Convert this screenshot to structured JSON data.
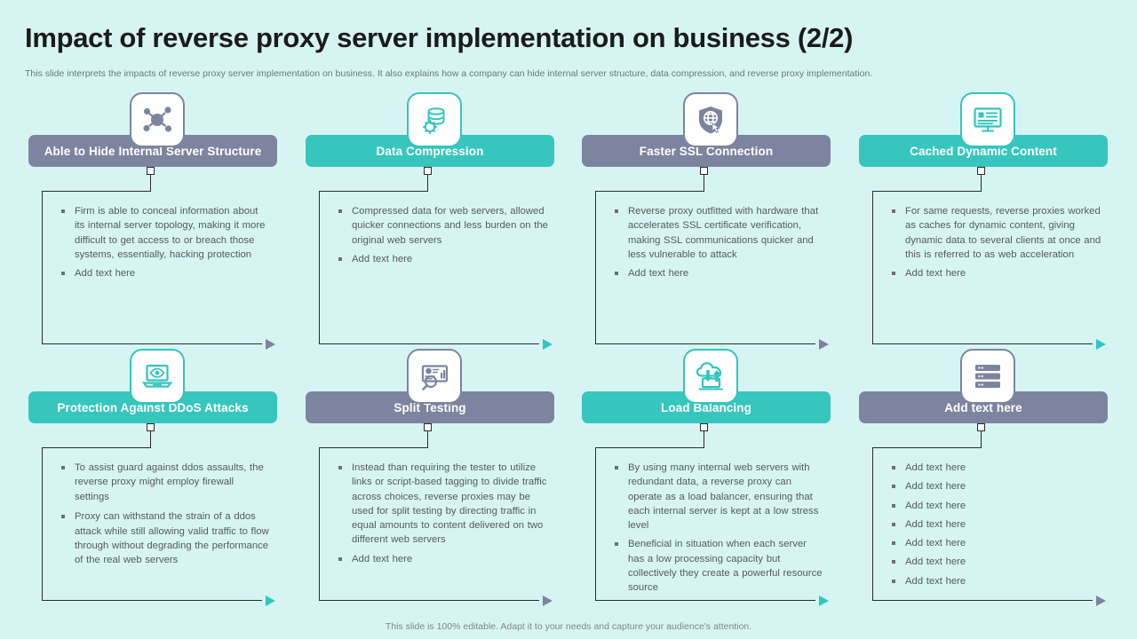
{
  "header": {
    "title": "Impact of reverse proxy server implementation on business (2/2)",
    "subtitle": "This slide interprets the impacts of reverse proxy server implementation on business. It also explains how a company can hide internal server structure, data compression, and reverse proxy implementation."
  },
  "footer": {
    "note": "This slide is 100% editable. Adapt it to your needs and capture your audience's attention."
  },
  "colors": {
    "background": "#d6f5f2",
    "teal": "#36c6bd",
    "slate": "#7d849f",
    "title_text": "#1b1b1b",
    "body_text": "#55595c",
    "chip_white": "#ffffff"
  },
  "cards": [
    {
      "title": "Able to Hide Internal Server Structure",
      "theme": "slate",
      "icon": "network-nodes-icon",
      "bullets": [
        "Firm is able to conceal information about its internal server topology, making it more difficult to get access to or breach those systems, essentially, hacking protection",
        "Add text here"
      ]
    },
    {
      "title": "Data Compression",
      "theme": "teal",
      "icon": "database-gear-icon",
      "bullets": [
        "Compressed data for web servers, allowed quicker connections and less burden on the original web servers",
        "Add text here"
      ]
    },
    {
      "title": "Faster SSL Connection",
      "theme": "slate",
      "icon": "shield-globe-icon",
      "bullets": [
        "Reverse proxy outfitted with hardware that accelerates SSL certificate verification, making SSL communications quicker and less vulnerable to attack",
        "Add text here"
      ]
    },
    {
      "title": "Cached Dynamic Content",
      "theme": "teal",
      "icon": "monitor-content-icon",
      "bullets": [
        "For same requests, reverse proxies worked as caches for dynamic content, giving dynamic data to several clients at once and this is referred to as web acceleration",
        "Add text here"
      ]
    },
    {
      "title": "Protection Against DDoS Attacks",
      "theme": "teal",
      "icon": "laptop-eye-icon",
      "bullets": [
        "To assist guard against ddos assaults, the reverse proxy might employ firewall settings",
        "Proxy can withstand the strain of a ddos attack while still allowing valid traffic to flow through without degrading the performance of the real web servers"
      ]
    },
    {
      "title": "Split Testing",
      "theme": "slate",
      "icon": "chart-magnifier-icon",
      "bullets": [
        "Instead than requiring the tester to utilize links or script-based tagging to divide traffic across choices, reverse proxies may be used for split testing by directing traffic in equal amounts to content delivered on two different web servers",
        "Add text here"
      ]
    },
    {
      "title": "Load Balancing",
      "theme": "teal",
      "icon": "cloud-upload-download-icon",
      "bullets": [
        "By using many internal web servers with redundant data, a reverse proxy can operate as a load balancer, ensuring that each internal server is kept at a low stress level",
        "Beneficial in situation when each server has a low processing capacity but collectively they create a powerful resource source"
      ]
    },
    {
      "title": "Add text here",
      "theme": "slate",
      "icon": "server-stack-icon",
      "bullets": [
        "Add text here",
        "Add text here",
        "Add text here",
        "Add text here",
        "Add text here",
        "Add text here",
        "Add text here"
      ]
    }
  ]
}
